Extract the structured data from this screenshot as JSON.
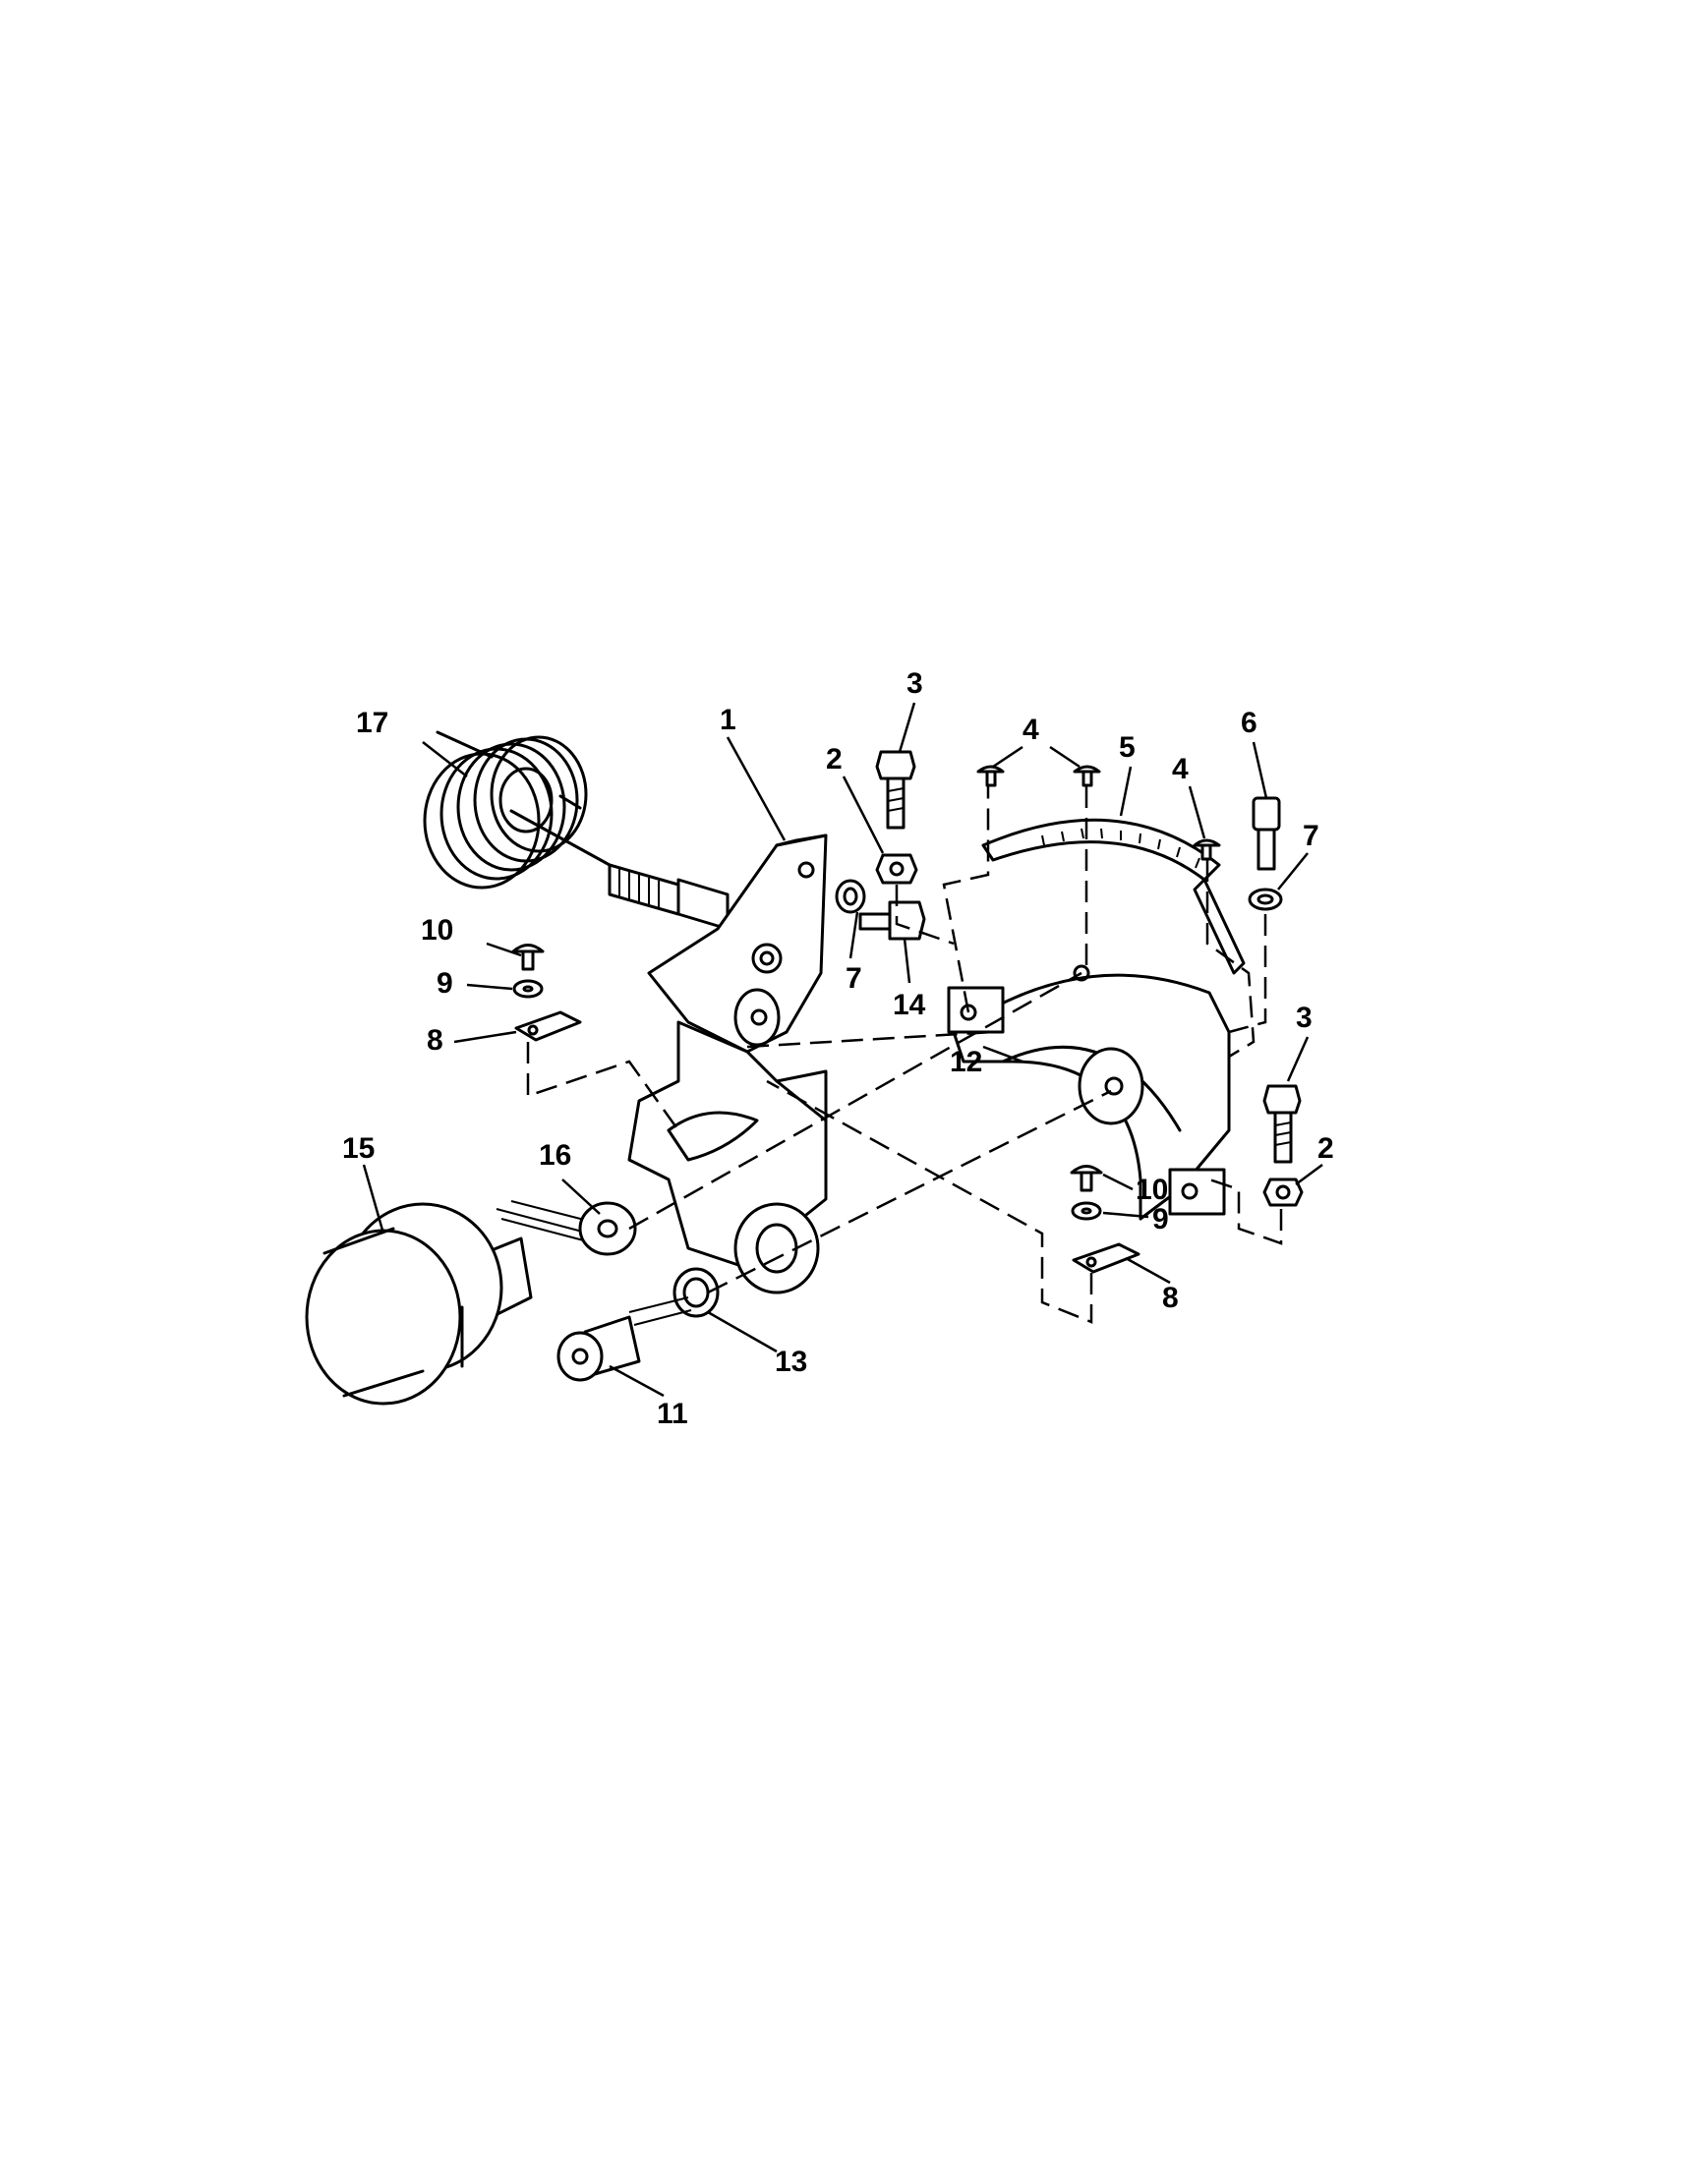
{
  "callouts": [
    {
      "id": "c1",
      "label": "1"
    },
    {
      "id": "c2a",
      "label": "2"
    },
    {
      "id": "c2b",
      "label": "2"
    },
    {
      "id": "c3a",
      "label": "3"
    },
    {
      "id": "c3b",
      "label": "3"
    },
    {
      "id": "c4a",
      "label": "4"
    },
    {
      "id": "c4b",
      "label": "4"
    },
    {
      "id": "c5",
      "label": "5"
    },
    {
      "id": "c6",
      "label": "6"
    },
    {
      "id": "c7a",
      "label": "7"
    },
    {
      "id": "c7b",
      "label": "7"
    },
    {
      "id": "c8a",
      "label": "8"
    },
    {
      "id": "c8b",
      "label": "8"
    },
    {
      "id": "c9a",
      "label": "9"
    },
    {
      "id": "c9b",
      "label": "9"
    },
    {
      "id": "c10a",
      "label": "10"
    },
    {
      "id": "c10b",
      "label": "10"
    },
    {
      "id": "c11",
      "label": "11"
    },
    {
      "id": "c12",
      "label": "12"
    },
    {
      "id": "c13",
      "label": "13"
    },
    {
      "id": "c14",
      "label": "14"
    },
    {
      "id": "c15",
      "label": "15"
    },
    {
      "id": "c16",
      "label": "16"
    },
    {
      "id": "c17",
      "label": "17"
    }
  ]
}
